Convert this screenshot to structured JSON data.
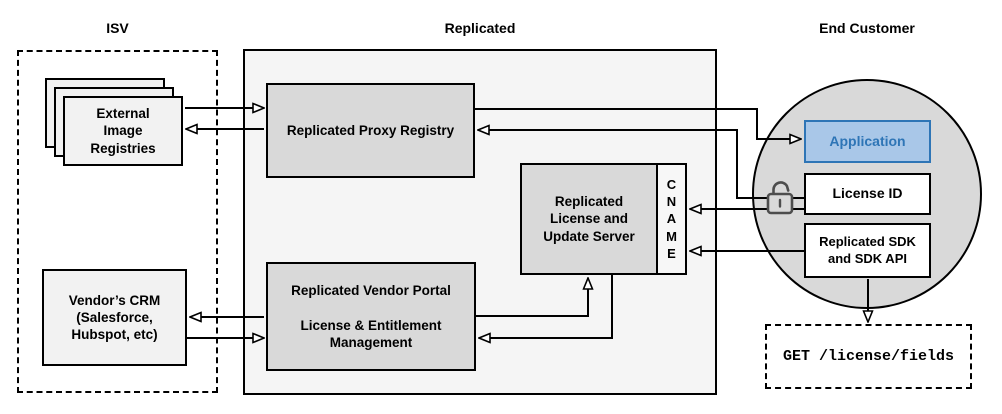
{
  "sections": {
    "isv": {
      "label": "ISV"
    },
    "replicated": {
      "label": "Replicated"
    },
    "end_customer": {
      "label": "End Customer"
    }
  },
  "nodes": {
    "external_image_registries": {
      "label": "External\nImage\nRegistries"
    },
    "vendors_crm": {
      "label": "Vendor’s CRM\n(Salesforce,\nHubspot, etc)"
    },
    "proxy_registry": {
      "label": "Replicated Proxy Registry"
    },
    "vendor_portal": {
      "label": "Replicated Vendor Portal\n\nLicense & Entitlement\nManagement"
    },
    "license_update_server": {
      "label": "Replicated\nLicense and\nUpdate Server"
    },
    "cname": {
      "label": "C\nN\nA\nM\nE"
    },
    "application": {
      "label": "Application"
    },
    "license_id": {
      "label": "License ID"
    },
    "replicated_sdk": {
      "label": "Replicated SDK\nand SDK API"
    },
    "get_license_fields": {
      "label": "GET /license/fields"
    }
  },
  "icons": {
    "open_padlock": "🔓"
  },
  "colors": {
    "line": "#000000",
    "outer_region_fill": "#f5f5f5",
    "inner_node_fill": "#d9d9d9",
    "light_node_fill": "#f2f2f2",
    "circle_fill": "#d9d9d9",
    "application_fill": "#a9c7e8",
    "application_border": "#2e75b6",
    "application_text": "#2e75b6",
    "padlock_stroke": "#4d4d4d"
  }
}
